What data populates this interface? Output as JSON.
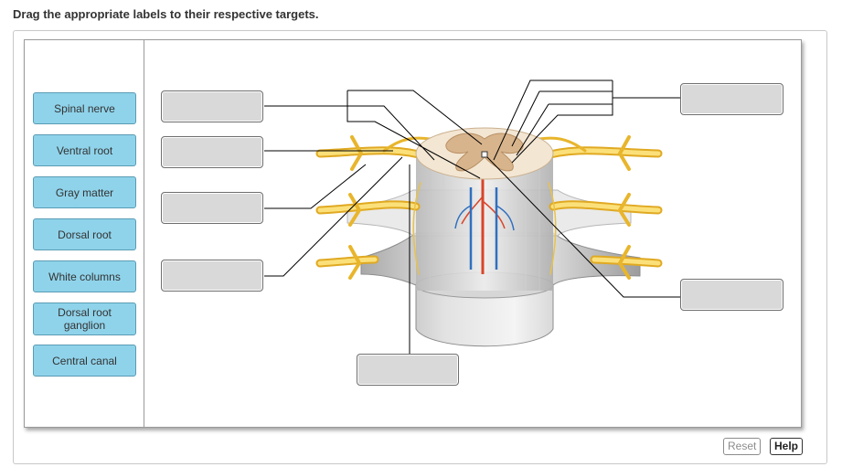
{
  "instructions": "Drag the appropriate labels to their respective targets.",
  "labels": [
    "Spinal nerve",
    "Ventral root",
    "Gray matter",
    "Dorsal root",
    "White columns",
    "Dorsal root ganglion",
    "Central canal"
  ],
  "buttons": {
    "reset": "Reset",
    "help": "Help"
  },
  "colors": {
    "label_fill": "#8fd3ea",
    "target_fill": "#d9d9d9",
    "nerve": "#f2c53d",
    "gray_matter": "#d8b48c",
    "white_matter": "#f3e6d3",
    "meninges": "#c9c9c9",
    "artery": "#d9452a",
    "vein": "#2f6fc0"
  }
}
